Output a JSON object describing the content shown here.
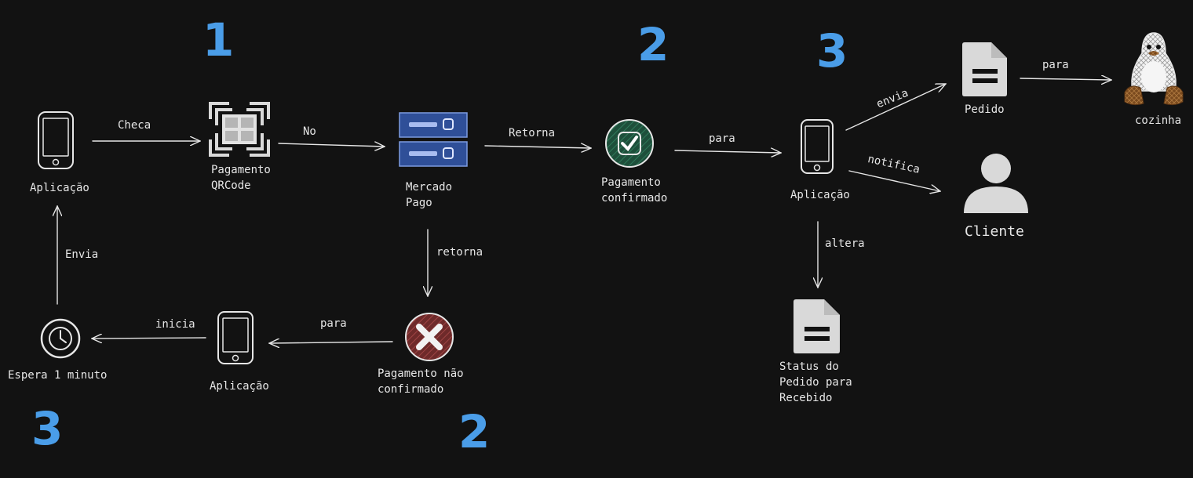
{
  "steps": {
    "s1": "1",
    "s2a": "2",
    "s2b": "2",
    "s3a": "3",
    "s3b": "3"
  },
  "nodes": {
    "app1": "Aplicação",
    "qrcode": "Pagamento\nQRCode",
    "mercado_pago": "Mercado\nPago",
    "pag_confirmado": "Pagamento\nconfirmado",
    "app2": "Aplicação",
    "pedido": "Pedido",
    "cozinha": "cozinha",
    "cliente": "Cliente",
    "status": "Status do\nPedido para\nRecebido",
    "pag_nao_confirmado": "Pagamento não\nconfirmado",
    "app3": "Aplicação",
    "espera": "Espera 1 minuto"
  },
  "edges": {
    "checa": "Checa",
    "no": "No",
    "retorna": "Retorna",
    "para1": "para",
    "envia1": "envia",
    "para2": "para",
    "notifica": "notifica",
    "altera": "altera",
    "retorna2": "retorna",
    "para3": "para",
    "inicia": "inicia",
    "envia2": "Envia"
  },
  "colors": {
    "background": "#121212",
    "stroke": "#e6e6e6",
    "step_number": "#4a9de8",
    "server_blue": "#2f4f98",
    "confirm_green": "#1e4f3b",
    "reject_red": "#6e2a2a",
    "icon_gray": "#d9d9d9",
    "penguin_brown": "#7a4a1e"
  },
  "icons": {
    "phone": "smartphone-icon",
    "qrcode": "qrcode-icon",
    "server": "server-icon",
    "check": "check-circle-icon",
    "x": "x-circle-icon",
    "document": "document-icon",
    "user": "user-icon",
    "penguin": "penguin-icon",
    "clock": "clock-icon"
  }
}
